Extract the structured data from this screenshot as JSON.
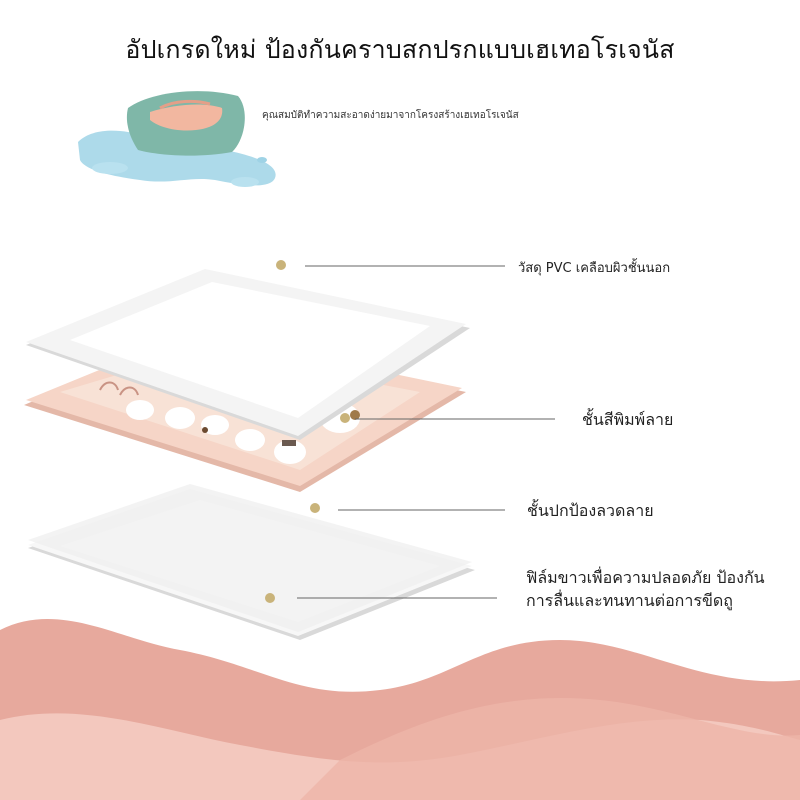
{
  "title": "อัปเกรดใหม่ ป้องกันคราบสกปรกแบบเฮเทอโรเจนัส",
  "subtitle": "คุณสมบัติทำความสะอาดง่ายมาจากโครงสร้างเฮเทอโรเจนัส",
  "layers": [
    {
      "label": "วัสดุ PVC เคลือบผิวชั้นนอก"
    },
    {
      "label": "ชั้นสีพิมพ์ลาย"
    },
    {
      "label": "ชั้นปกป้องลวดลาย"
    },
    {
      "label": "ฟิล์มขาวเพื่อความปลอดภัย ป้องกันการลื่นและทนทานต่อการขีดถู"
    }
  ],
  "colors": {
    "marker": "#c9b37a",
    "leader_line": "#666666",
    "water": "#9fd3e6",
    "cloth": "#7fb7a8",
    "print_layer": "#f3cdbf",
    "wave_dark": "#e7a99d",
    "wave_light": "#f3c8be"
  },
  "icons": [
    "cleaning-cloth-icon",
    "water-splash-icon",
    "cartoon-cats-pattern"
  ]
}
